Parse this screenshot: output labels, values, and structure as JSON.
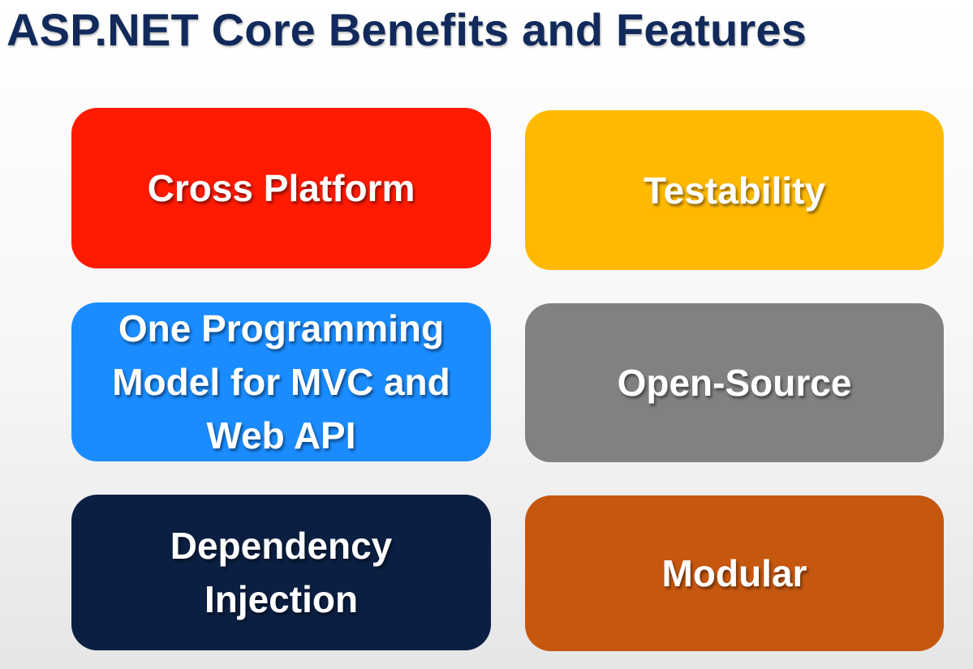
{
  "slide": {
    "title": "ASP.NET Core Benefits and Features"
  },
  "features": [
    {
      "label": "Cross Platform",
      "color": "#ff1a00"
    },
    {
      "label": "Testability",
      "color": "#ffb900"
    },
    {
      "label": "One Programming Model for MVC and Web API",
      "color": "#1a8cff"
    },
    {
      "label": "Open-Source",
      "color": "#818181"
    },
    {
      "label": "Dependency Injection",
      "color": "#0b1f42"
    },
    {
      "label": "Modular",
      "color": "#c6570f"
    }
  ]
}
